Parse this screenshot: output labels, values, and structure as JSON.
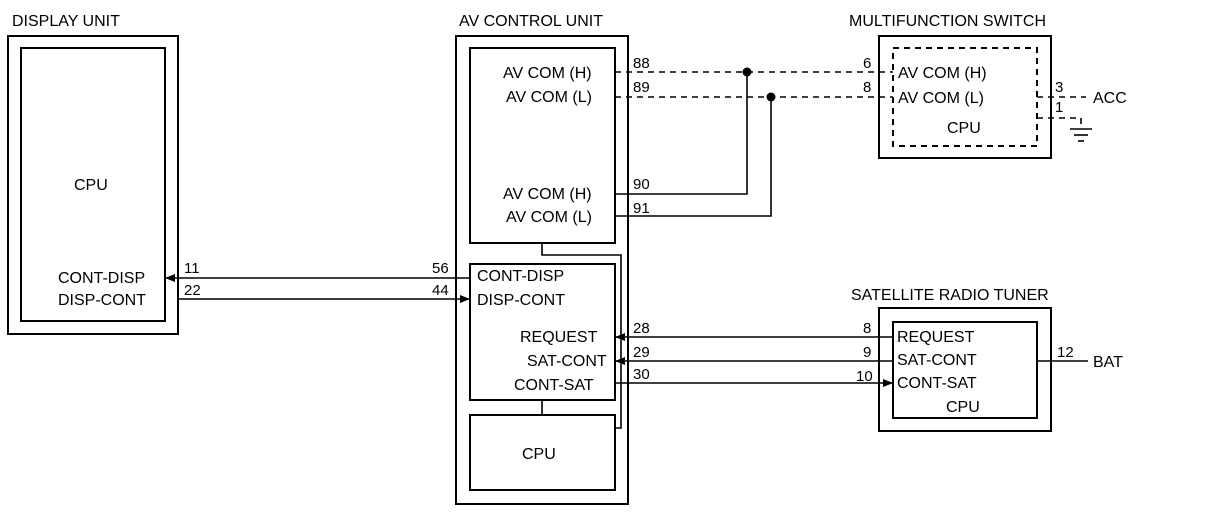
{
  "units": {
    "display": {
      "title": "DISPLAY UNIT",
      "cpu": "CPU",
      "cont_disp": "CONT-DISP",
      "disp_cont": "DISP-CONT"
    },
    "av": {
      "title": "AV CONTROL UNIT",
      "av_com_h": "AV COM (H)",
      "av_com_l": "AV COM (L)",
      "cont_disp": "CONT-DISP",
      "disp_cont": "DISP-CONT",
      "request": "REQUEST",
      "sat_cont": "SAT-CONT",
      "cont_sat": "CONT-SAT",
      "cpu": "CPU"
    },
    "multifunction": {
      "title": "MULTIFUNCTION SWITCH",
      "av_com_h": "AV COM (H)",
      "av_com_l": "AV COM (L)",
      "cpu": "CPU"
    },
    "satellite": {
      "title": "SATELLITE RADIO TUNER",
      "request": "REQUEST",
      "sat_cont": "SAT-CONT",
      "cont_sat": "CONT-SAT",
      "cpu": "CPU"
    }
  },
  "external": {
    "acc": "ACC",
    "bat": "BAT"
  },
  "pins": {
    "display_11": "11",
    "display_22": "22",
    "av_56": "56",
    "av_44": "44",
    "av_88": "88",
    "av_89": "89",
    "av_90": "90",
    "av_91": "91",
    "av_28": "28",
    "av_29": "29",
    "av_30": "30",
    "mfs_6": "6",
    "mfs_8": "8",
    "mfs_3": "3",
    "mfs_1": "1",
    "sat_8": "8",
    "sat_9": "9",
    "sat_10": "10",
    "sat_12": "12"
  }
}
